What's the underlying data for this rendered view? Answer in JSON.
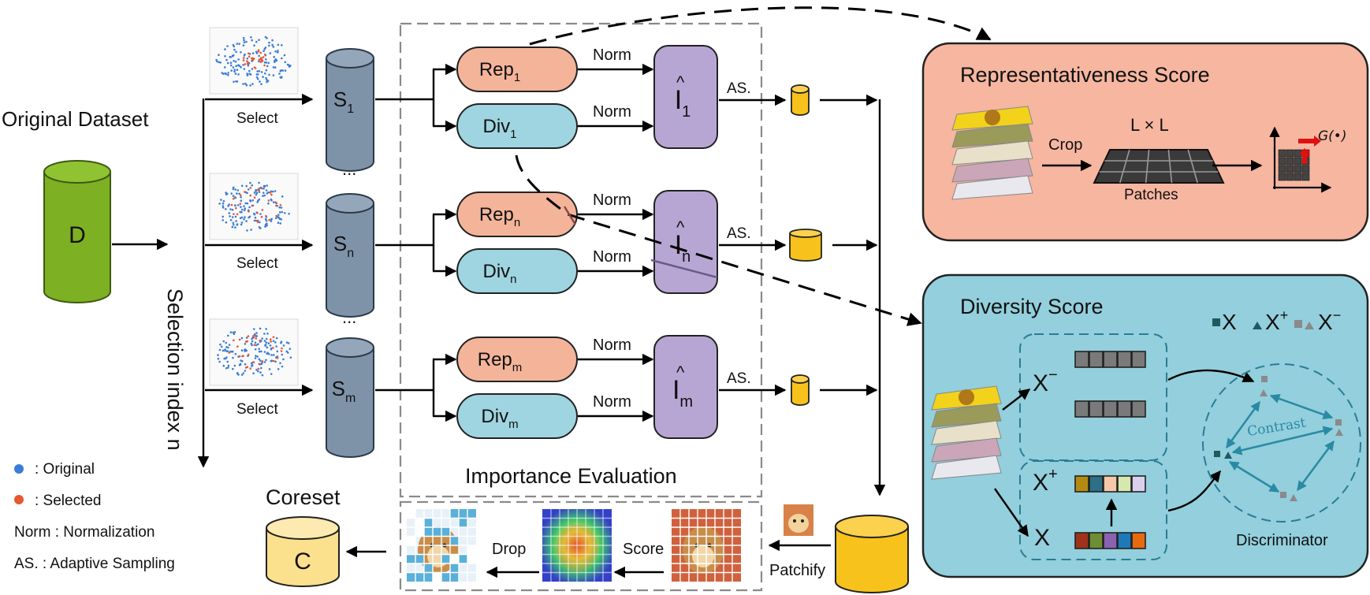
{
  "original_dataset": {
    "title": "Original Dataset",
    "d_label": "D"
  },
  "selection_index": "Selection index n",
  "select_label": "Select",
  "ellipsis": "...",
  "subsets": [
    {
      "base": "S",
      "sub": "1"
    },
    {
      "base": "S",
      "sub": "n"
    },
    {
      "base": "S",
      "sub": "m"
    }
  ],
  "importance": {
    "title": "Importance Evaluation",
    "norm_label": "Norm",
    "rep_base": "Rep",
    "div_base": "Div",
    "i_base": "I",
    "as_label": "AS.",
    "subs": [
      "1",
      "n",
      "m"
    ]
  },
  "bottom": {
    "drop": "Drop",
    "score": "Score",
    "patchify": "Patchify",
    "coreset": "Coreset",
    "c_label": "C"
  },
  "legend": [
    {
      "marker": "#3b7dd8",
      "text": ": Original"
    },
    {
      "marker": "#e8572e",
      "text": ": Selected"
    },
    {
      "text": "Norm : Normalization"
    },
    {
      "text": "AS. : Adaptive Sampling"
    }
  ],
  "rep_panel": {
    "title": "Representativeness Score",
    "crop": "Crop",
    "lxl": "L × L",
    "patches": "Patches",
    "g_func": "G(•)"
  },
  "div_panel": {
    "title": "Diversity Score",
    "x_minus": "X",
    "x_minus_sup": "−",
    "x_plus": "X",
    "x_plus_sup": "+",
    "x": "X",
    "legend_x": "X",
    "legend_xp": "X",
    "legend_xp_sup": "+",
    "legend_xm": "X",
    "legend_xm_sup": "−",
    "contrast": "Contrast",
    "discriminator": "Discriminator"
  },
  "colors": {
    "green": "#7db022",
    "steel": "#7f93a8",
    "gold": "#f7c21b",
    "rep": "#f4b49a",
    "div": "#9ed5e0",
    "imp": "#b7a6d3",
    "rep_panel": "#f6b6a0",
    "div_panel": "#93cfdc",
    "coreset": "#fbe08e"
  }
}
